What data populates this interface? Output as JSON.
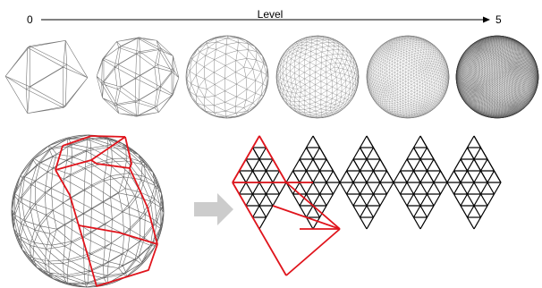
{
  "axis": {
    "title": "Level",
    "start_label": "0",
    "end_label": "5"
  },
  "levels": [
    0,
    1,
    2,
    3,
    4,
    5
  ],
  "colors": {
    "mesh": "#555555",
    "highlight": "#e0141c",
    "arrow": "#cccccc",
    "black": "#000000"
  },
  "unfolded_net": {
    "diamonds": 5,
    "subdivision": 4,
    "highlighted_diamond_index": 0
  }
}
